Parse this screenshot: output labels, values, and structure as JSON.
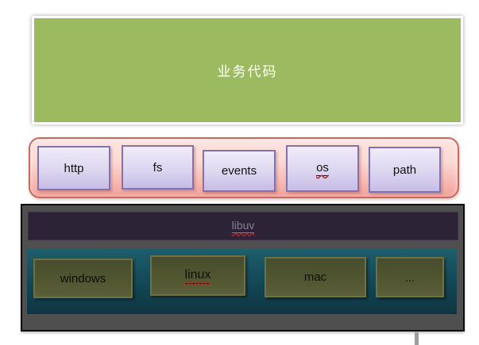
{
  "layers": {
    "app": {
      "label": "业务代码"
    },
    "modules": {
      "items": [
        {
          "label": "http"
        },
        {
          "label": "fs"
        },
        {
          "label": "events"
        },
        {
          "label": "os"
        },
        {
          "label": "path"
        }
      ]
    },
    "libuv": {
      "label": "libuv"
    },
    "platform": {
      "items": [
        {
          "label": "windows"
        },
        {
          "label": "linux"
        },
        {
          "label": "mac"
        },
        {
          "label": "..."
        }
      ]
    }
  },
  "colors": {
    "app_green": "#9CBA5F",
    "band_pink_fill": "#F5B3AC",
    "band_pink_border": "#CC675D",
    "module_fill": "#DDD6F0",
    "module_border": "#8273AE",
    "libuv_bar_purple": "#2C2336",
    "libuv_text": "#867E93",
    "platform_teal": "#134654",
    "platform_box_olive": "#51562F",
    "outer_gray": "#4F4F4F",
    "spellcheck_red": "#B3262A"
  }
}
